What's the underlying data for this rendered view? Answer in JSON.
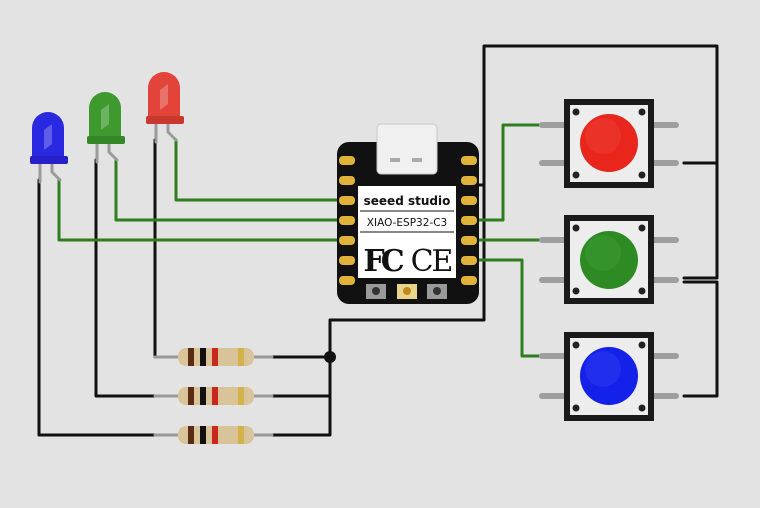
{
  "board": {
    "brand": "seeed studio",
    "model": "XIAO-ESP32-C3",
    "fcc_mark": "FC",
    "ce_mark": "CE",
    "pcb_color": "#111111",
    "pad_color": "#e0b23a"
  },
  "leds": [
    {
      "name": "led-blue",
      "color": "#2a28e0",
      "icon": "led-icon"
    },
    {
      "name": "led-green",
      "color": "#3e9a2e",
      "icon": "led-icon"
    },
    {
      "name": "led-red",
      "color": "#e2443a",
      "icon": "led-icon"
    }
  ],
  "buttons": [
    {
      "name": "pushbutton-red",
      "color": "#e8261c"
    },
    {
      "name": "pushbutton-green",
      "color": "#2e8b24"
    },
    {
      "name": "pushbutton-blue",
      "color": "#1421e8"
    }
  ],
  "resistors": [
    {
      "name": "resistor-1",
      "bands": [
        "#5a2a12",
        "#111111",
        "#c9281f",
        "#d4b24a"
      ]
    },
    {
      "name": "resistor-2",
      "bands": [
        "#5a2a12",
        "#111111",
        "#c9281f",
        "#d4b24a"
      ]
    },
    {
      "name": "resistor-3",
      "bands": [
        "#5a2a12",
        "#111111",
        "#c9281f",
        "#d4b24a"
      ]
    }
  ],
  "colors": {
    "background": "#e3e3e3",
    "wire_signal": "#2e7d1f",
    "wire_ground": "#111111"
  }
}
